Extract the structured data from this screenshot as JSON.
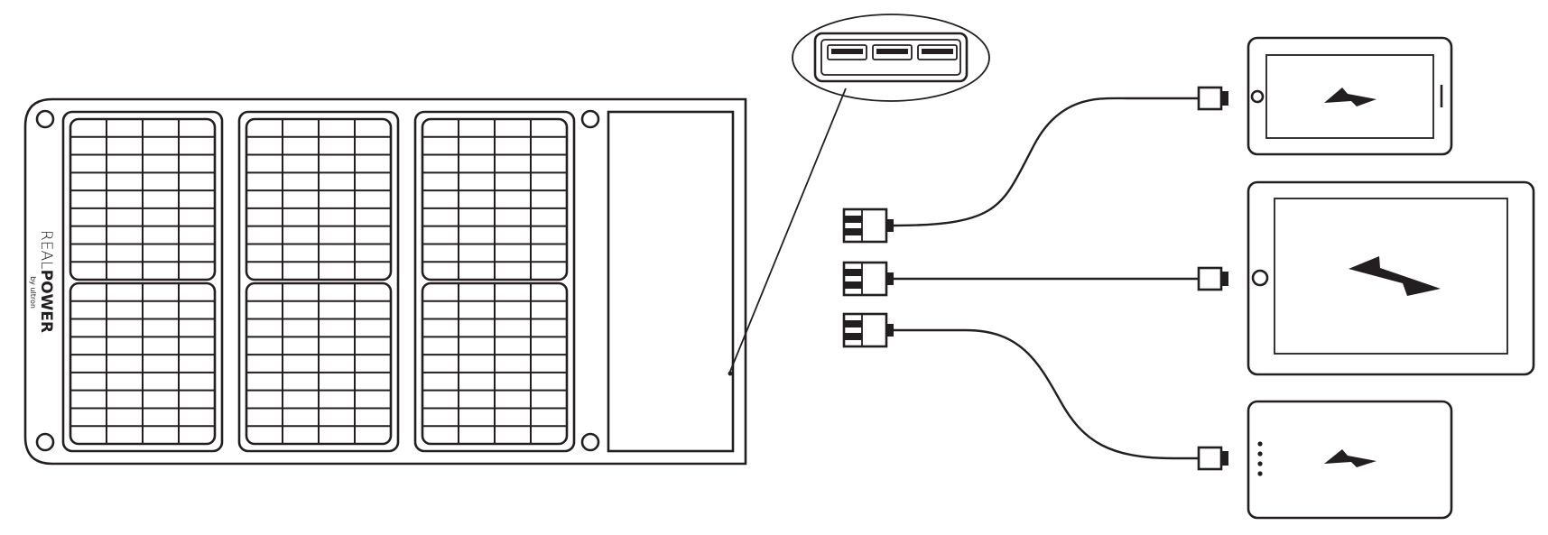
{
  "branding": {
    "logo_light": "REAL",
    "logo_bold": "POWER",
    "logo_sub": "by ultron"
  },
  "colors": {
    "line": "#231f20",
    "background": "#ffffff"
  },
  "solar_panel": {
    "panel_count": 3
  },
  "usb_ports": {
    "port_count": 3
  },
  "devices": [
    {
      "name": "phone-device",
      "icon": "lightning-icon"
    },
    {
      "name": "tablet-device",
      "icon": "lightning-icon"
    },
    {
      "name": "power-bank-device",
      "icon": "lightning-icon"
    }
  ]
}
